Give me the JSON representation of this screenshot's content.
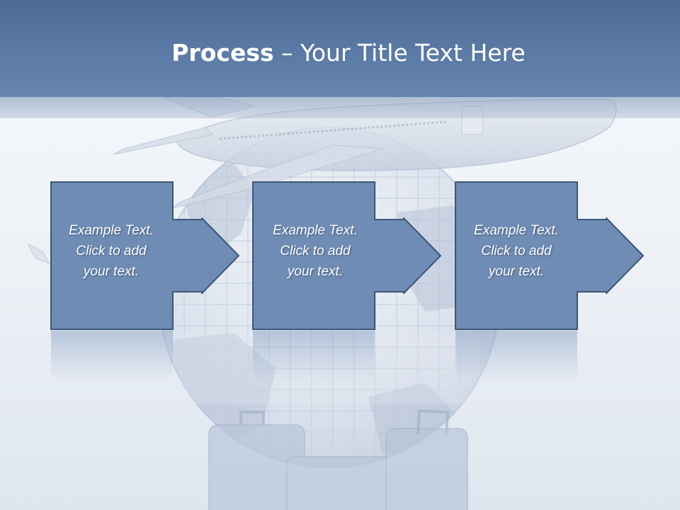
{
  "title": {
    "bold": "Process",
    "rest": " – Your Title Text Here"
  },
  "steps": [
    {
      "lines": [
        "Example Text.",
        "Click  to add",
        "your text."
      ]
    },
    {
      "lines": [
        "Example Text.",
        "Click  to add",
        "your text."
      ]
    },
    {
      "lines": [
        "Example Text.",
        "Click  to add",
        "your text."
      ]
    }
  ],
  "colors": {
    "header": "#5b7aa5",
    "shape_fill": "#6f8cb5",
    "shape_stroke": "#3e5677",
    "text": "#ffffff"
  }
}
